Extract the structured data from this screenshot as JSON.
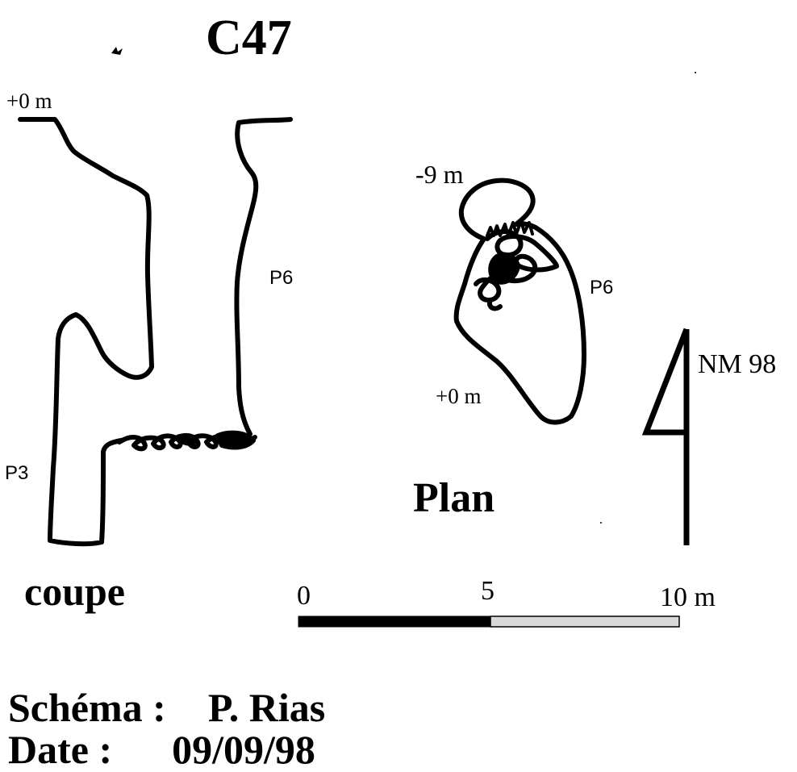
{
  "title": "C47",
  "section": {
    "coupe": "coupe",
    "plan": "Plan"
  },
  "coupe_labels": {
    "surface": "+0 m",
    "shaft_p6": "P6",
    "shaft_p3": "P3"
  },
  "plan_labels": {
    "bottom_depth": "-9 m",
    "surface": "+0 m",
    "shaft_p6": "P6"
  },
  "north": {
    "label": "NM 98",
    "icon": "north-arrow-icon"
  },
  "scale": {
    "start": "0",
    "mid": "5",
    "end": "10 m"
  },
  "credits": {
    "schema_label": "Schéma :",
    "schema_value": "P. Rias",
    "date_label": "Date :",
    "date_value": "09/09/98"
  },
  "colors": {
    "ink": "#000000",
    "paper": "#ffffff",
    "scale_light": "#d9d9d9"
  }
}
